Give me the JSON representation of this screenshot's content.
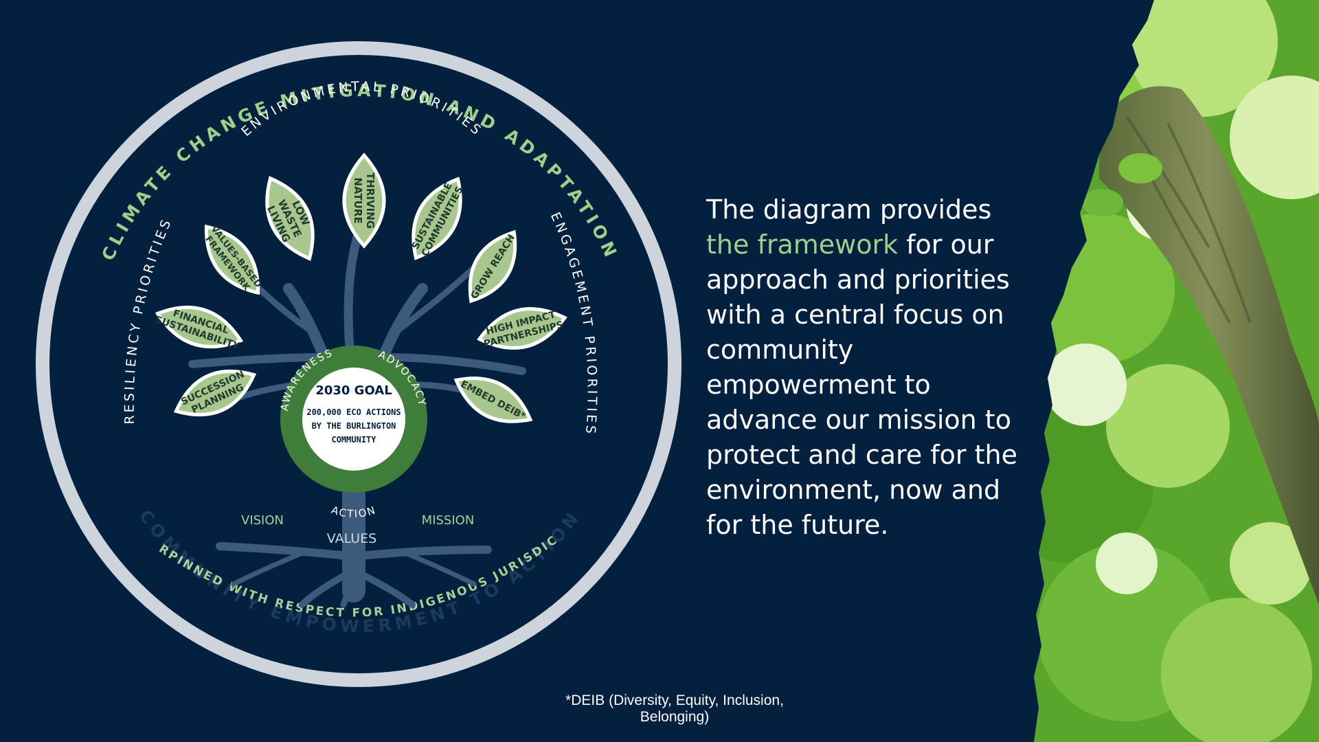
{
  "colors": {
    "background": "#04203f",
    "accent_green": "#9ed08a",
    "leaf_green": "#a7c78e",
    "dark_green": "#3f7d3a",
    "ring_grey": "#cdd4dc",
    "tree_blue": "#3b5a7c"
  },
  "diagram": {
    "outer_ring_text": "CLIMATE CHANGE MITIGATION AND ADAPTATION",
    "bottom_ring_text": "COMMUNITY EMPOWERMENT TO ACTION",
    "underpinned_text": "UNDERPINNED WITH RESPECT FOR INDIGENOUS JURISDICTION",
    "environmental_label": "ENVIRONMENTAL PRIORITIES",
    "resiliency_label": "RESILIENCY PRIORITIES",
    "engagement_label": "ENGAGEMENT PRIORITIES",
    "leaves": [
      {
        "key": "succession",
        "lines": [
          "SUCCESSION",
          "PLANNING"
        ]
      },
      {
        "key": "financial",
        "lines": [
          "FINANCIAL",
          "SUSTAINABILITY"
        ]
      },
      {
        "key": "values",
        "lines": [
          "VALUES-BASED",
          "FRAMEWORK"
        ]
      },
      {
        "key": "low-waste",
        "lines": [
          "LOW",
          "WASTE",
          "LIVING"
        ]
      },
      {
        "key": "thriving",
        "lines": [
          "THRIVING",
          "NATURE"
        ]
      },
      {
        "key": "sustainable",
        "lines": [
          "SUSTAINABLE",
          "COMMUNITIES"
        ]
      },
      {
        "key": "grow-reach",
        "lines": [
          "GROW REACH"
        ]
      },
      {
        "key": "high-impact",
        "lines": [
          "HIGH IMPACT",
          "PARTNERSHIPS"
        ]
      },
      {
        "key": "embed-deib",
        "lines": [
          "EMBED DEIB*"
        ]
      }
    ],
    "center": {
      "goal_title": "2030 GOAL",
      "goal_lines": [
        "200,000 ECO ACTIONS",
        "BY THE BURLINGTON",
        "COMMUNITY"
      ],
      "ring_awareness": "AWARENESS",
      "ring_advocacy": "ADVOCACY",
      "ring_action": "ACTION"
    },
    "roots": {
      "vision": "VISION",
      "values": "VALUES",
      "mission": "MISSION"
    }
  },
  "description": {
    "before": "The diagram provides ",
    "highlight": "the framework",
    "after": " for our approach and priorities with a central focus on community empowerment to advance our mission to protect and care for the environment, now and for the future."
  },
  "footnote": "*DEIB (Diversity, Equity, Inclusion, Belonging)"
}
